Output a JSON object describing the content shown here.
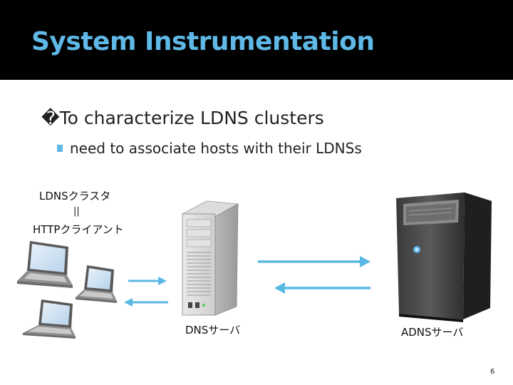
{
  "slide": {
    "title": "System Instrumentation",
    "bullet_level1": "�To characterize LDNS clusters",
    "bullet_level2": "need to associate hosts with their LDNSs",
    "cluster_label_line1": "LDNSクラスタ",
    "cluster_label_line2": "||",
    "cluster_label_line3": "HTTPクライアント",
    "dns_server_label": "DNSサーバ",
    "adns_server_label": "ADNSサーバ",
    "slide_number": "6"
  },
  "colors": {
    "title": "#5fb8e6",
    "header_bg": "#000000",
    "arrow": "#5bb8e4",
    "bullet_square": "#5fb8e6"
  },
  "icons": [
    "laptop-icon",
    "laptop-icon",
    "laptop-icon",
    "server-tower-icon",
    "dark-server-icon",
    "arrow-right-icon",
    "arrow-left-icon"
  ]
}
